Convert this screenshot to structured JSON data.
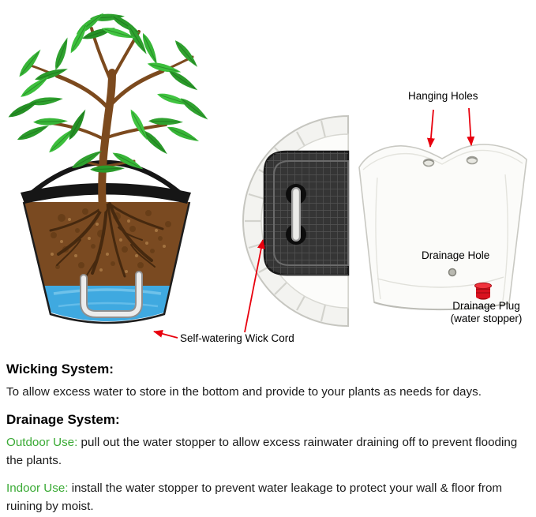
{
  "figure": {
    "labels": {
      "hanging_holes": "Hanging Holes",
      "drainage_hole": "Drainage Hole",
      "drainage_plug": "Drainage Plug",
      "drainage_plug_sub": "(water stopper)",
      "wick_cord": "Self-watering Wick Cord"
    }
  },
  "sections": {
    "wicking": {
      "heading": "Wicking System:",
      "body": "To allow excess water to store in the bottom and provide to your plants as needs for days."
    },
    "drainage": {
      "heading": "Drainage System:",
      "outdoor_label": "Outdoor Use:",
      "outdoor_body": " pull out the water stopper to allow excess rainwater draining off to prevent flooding the plants.",
      "indoor_label": "Indoor Use:",
      "indoor_body": " install the water stopper to prevent water leakage to protect your wall & floor from ruining by moist."
    }
  },
  "colors": {
    "arrow_red": "#e8000d",
    "label_green": "#3aaa35",
    "plug_red": "#d9121f",
    "water_blue": "#3fa9e0",
    "soil_brown": "#7a4a21",
    "leaf_green": "#2fa12f"
  }
}
